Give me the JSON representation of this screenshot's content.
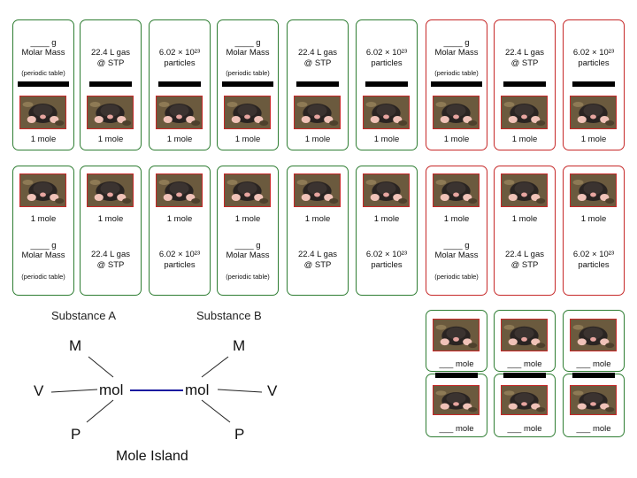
{
  "cards": {
    "grams_line": "____ g",
    "molar_mass": "Molar Mass",
    "periodic_table": "(periodic table)",
    "gas_line1": "22.4 L gas",
    "gas_line2": "@ STP",
    "particles_line1": "6.02 × 10²³",
    "particles_line2": "particles",
    "one_mole": "1 mole"
  },
  "diagram": {
    "substance_a": "Substance A",
    "substance_b": "Substance B",
    "m_left": "M",
    "m_right": "M",
    "v_left": "V",
    "v_right": "V",
    "p_left": "P",
    "p_right": "P",
    "mol_left": "mol",
    "mol_right": "mol",
    "title": "Mole Island",
    "line_color": "#1a1aa0"
  },
  "mini_cards": {
    "blank_mole": "___ mole"
  },
  "colors": {
    "green_border": "#2e7d32",
    "red_border": "#c62828"
  }
}
